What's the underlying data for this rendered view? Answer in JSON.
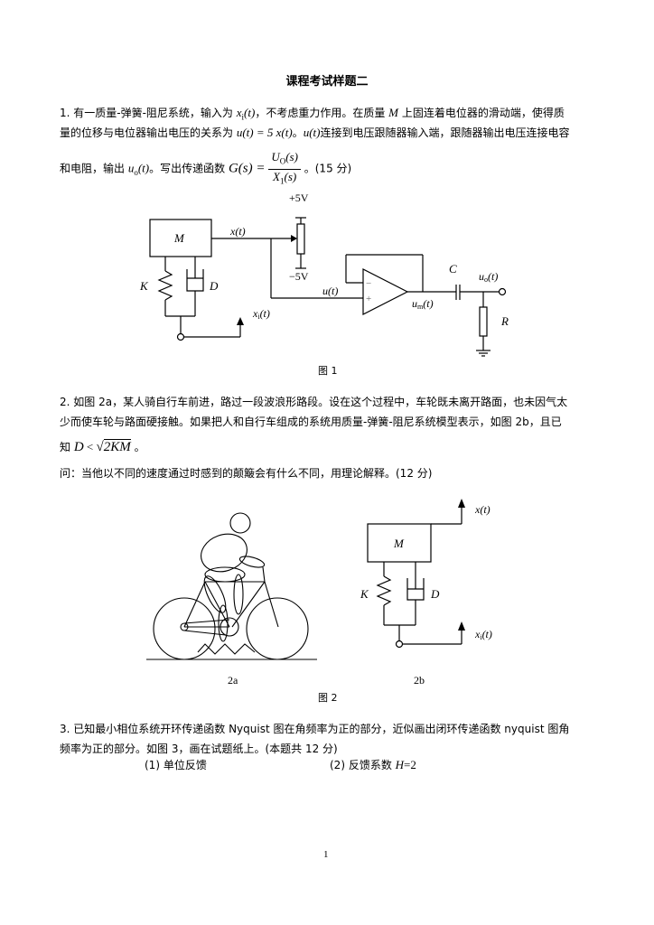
{
  "document": {
    "title": "课程考试样题二",
    "page_number": "1"
  },
  "q1": {
    "line1_pre": "1. 有一质量-弹簧-阻尼系统，输入为 ",
    "line1_xi": "x",
    "line1_xi_sub": "i",
    "line1_xi_post": "(t)",
    "line1_mid": "，不考虑重力作用。在质量 ",
    "line1_M": "M",
    "line1_post": " 上固连着电位器的滑动端，使得质",
    "line2_pre": "量的位移与电位器输出电压的关系为 ",
    "line2_eq": "u(t) = 5 x(t)",
    "line2_mid": "。",
    "line2_u": "u(t)",
    "line2_post": "连接到电压跟随器输入端，跟随器输出电压连接电容",
    "line3_pre": "和电阻，输出 ",
    "line3_uo": "u",
    "line3_uo_sub": "o",
    "line3_uo_post": "(t)",
    "line3_mid": "。写出传递函数 ",
    "line3_G": "G(s) =",
    "frac_num": "U",
    "frac_num_sub": "O",
    "frac_num_post": "(s)",
    "frac_den": "X",
    "frac_den_sub": "1",
    "frac_den_post": "(s)",
    "line3_post": "。(15 分)",
    "figure": {
      "caption": "图 1",
      "labels": {
        "mass": "M",
        "spring": "K",
        "damper": "D",
        "x": "x(t)",
        "xi": "x",
        "xi_sub": "i",
        "xi_post": "(t)",
        "vplus": "+5V",
        "vminus": "−5V",
        "u": "u(t)",
        "um": "u",
        "um_sub": "m",
        "um_post": "(t)",
        "cap": "C",
        "uo": "u",
        "uo_sub": "o",
        "uo_post": "(t)",
        "res": "R",
        "minus": "−",
        "plus": "+"
      }
    }
  },
  "q2": {
    "line1": "2. 如图 2a，某人骑自行车前进，路过一段波浪形路段。设在这个过程中，车轮既未离开路面，也未因气太",
    "line2": "少而使车轮与路面硬接触。如果把人和自行车组成的系统用质量-弹簧-阻尼系统模型表示，如图 2b，且已",
    "line3_pre": "知 ",
    "line3_eq_D": "D",
    "line3_eq_lt": " < ",
    "line3_eq_root": "2KM",
    "line3_post": " 。",
    "line4": "问：当他以不同的速度通过时感到的颠簸会有什么不同，用理论解释。(12 分)",
    "figure": {
      "caption": "图 2",
      "sub_a": "2a",
      "sub_b": "2b",
      "labels": {
        "mass": "M",
        "spring": "K",
        "damper": "D",
        "x": "x(t)",
        "xi": "x",
        "xi_sub": "i",
        "xi_post": "(t)"
      }
    }
  },
  "q3": {
    "line1": "3. 已知最小相位系统开环传递函数 Nyquist 图在角频率为正的部分，近似画出闭环传递函数 nyquist 图角",
    "line2": "频率为正的部分。如图 3，画在试题纸上。(本题共 12 分)",
    "option1": "(1) 单位反馈",
    "option2_pre": "(2) 反馈系数 ",
    "option2_H": "H",
    "option2_post": "=2"
  }
}
